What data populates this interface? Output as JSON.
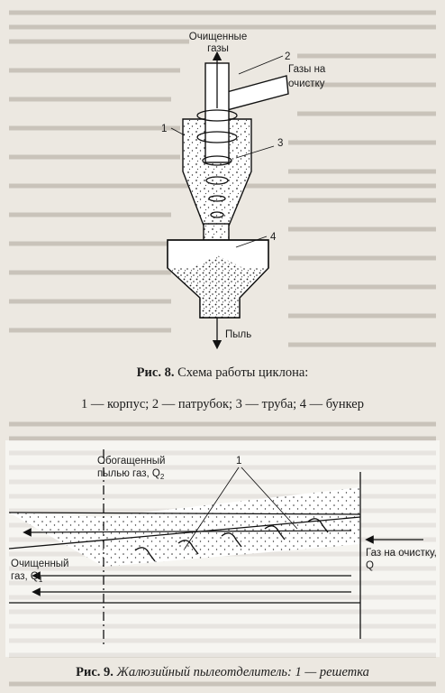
{
  "fig8": {
    "labels": {
      "clean_gas_line1": "Очищенные",
      "clean_gas_line2": "газы",
      "gas_in_line1": "Газы на",
      "gas_in_line2": "очистку",
      "dust": "Пыль",
      "n1": "1",
      "n2": "2",
      "n3": "3",
      "n4": "4"
    },
    "caption": {
      "prefix": "Рис. 8.",
      "title": "Схема работы циклона:",
      "legend": "1 — корпус; 2 — патрубок; 3 — труба; 4 — бункер"
    }
  },
  "fig9": {
    "labels": {
      "enriched_line1": "Обогащенный",
      "enriched_line2": "пылью газ, Q",
      "enriched_sub": "2",
      "clean_line1": "Очищенный",
      "clean_line2": "газ, Q",
      "clean_sub": "1",
      "gas_in_line1": "Газ на очистку,",
      "gas_in_line2": "Q",
      "n1": "1"
    },
    "caption": {
      "prefix": "Рис. 9.",
      "title": "Жалюзийный пылеотделитель: 1 — решетка"
    }
  }
}
